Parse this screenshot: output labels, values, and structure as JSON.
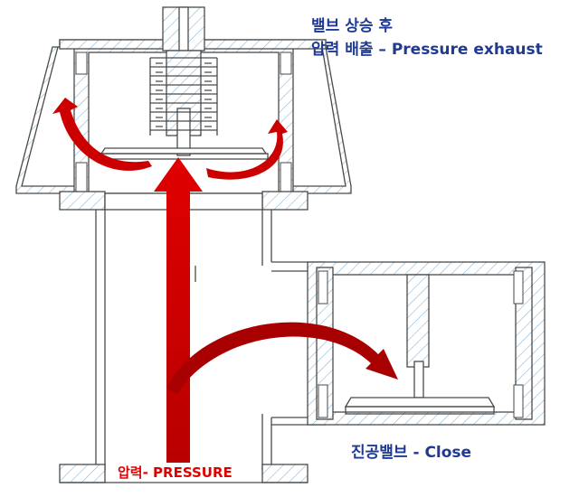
{
  "labels": {
    "top_line1": "밸브 상승 후",
    "top_line2": "압력 배출 – Pressure exhaust",
    "bottom_right": "진공밸브 - Close",
    "bottom_left": "압력- PRESSURE"
  },
  "colors": {
    "arrow_red": "#cc0000",
    "arrow_dark": "#8b0000",
    "label_text": "#1f3a93",
    "pressure_text": "#e00000",
    "line": "#4a4a4a",
    "hatch": "#7fb3d8"
  }
}
